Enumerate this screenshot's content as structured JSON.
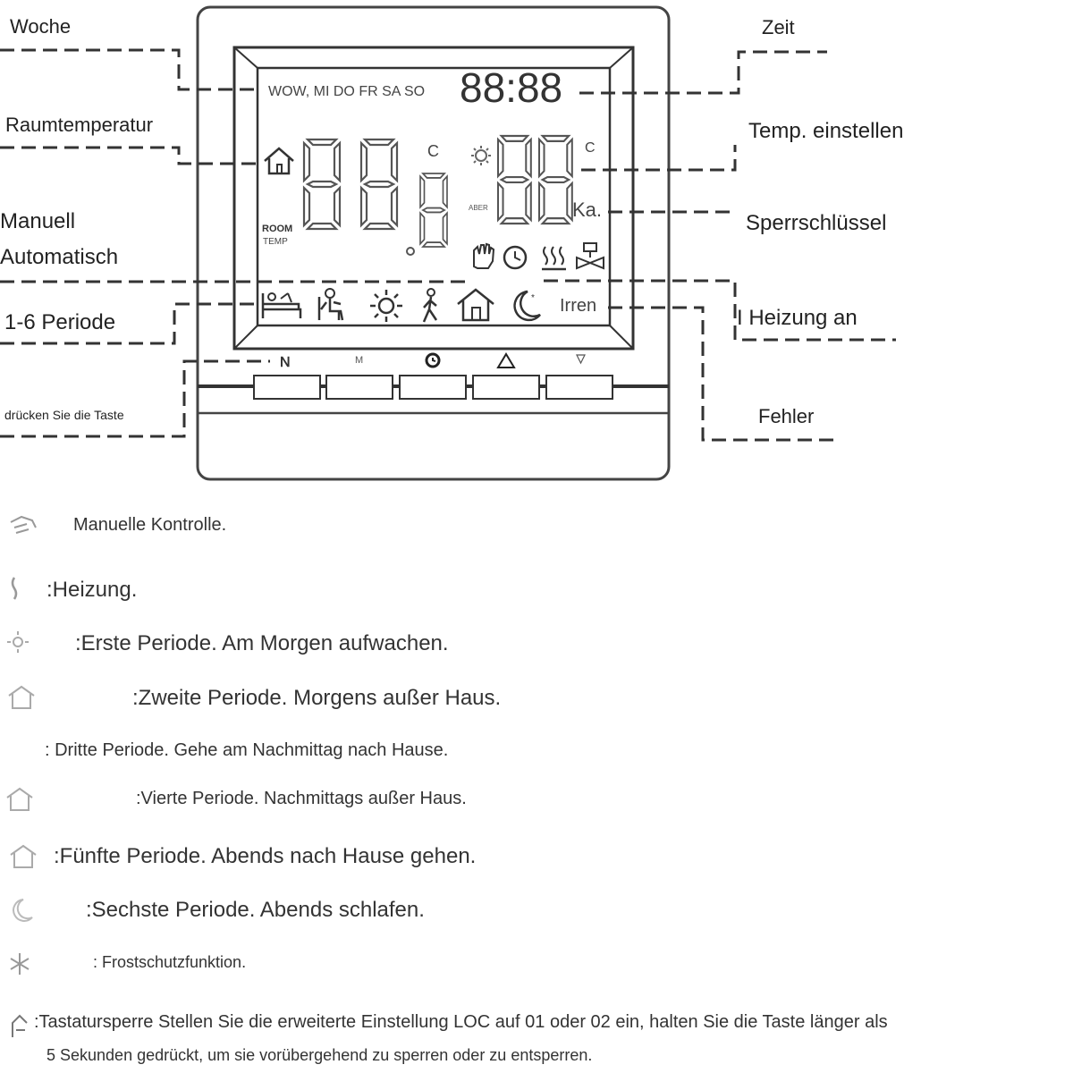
{
  "device": {
    "weekdays": "WOW, MI DO FR SA SO",
    "clock": "88:88",
    "unit_room": "C",
    "unit_set": "C",
    "room_label_top": "ROOM",
    "room_label_bottom": "TEMP",
    "aber_label": "ABER",
    "lock_text": "Ka.",
    "error_text": "Irren",
    "button_labels": [
      "N",
      "M",
      "clock",
      "up",
      "down"
    ]
  },
  "callouts": {
    "week": "Woche",
    "room_temp": "Raumtemperatur",
    "manual": "Manuell",
    "automatic": "Automatisch",
    "period": "1-6 Periode",
    "press_button": "drücken Sie die Taste",
    "time": "Zeit",
    "set_temp": "Temp. einstellen",
    "lock_key": "Sperrschlüssel",
    "heating_on": "I Heizung an",
    "error": "Fehler"
  },
  "legend": [
    {
      "icon": "hand-icon",
      "text": "Manuelle Kontrolle."
    },
    {
      "icon": "heating-icon",
      "text": ":Heizung."
    },
    {
      "icon": "sun-icon",
      "text": ":Erste Periode. Am Morgen aufwachen."
    },
    {
      "icon": "house-icon",
      "text": ":Zweite Periode. Morgens außer Haus."
    },
    {
      "icon": "checkbox-icon",
      "text": ": Dritte Periode. Gehe am Nachmittag nach Hause."
    },
    {
      "icon": "house-icon",
      "text": ":Vierte Periode. Nachmittags außer Haus."
    },
    {
      "icon": "house-icon",
      "text": ":Fünfte Periode. Abends nach Hause gehen."
    },
    {
      "icon": "moon-icon",
      "text": ":Sechste Periode. Abends schlafen."
    },
    {
      "icon": "snowflake-icon",
      "text": ": Frostschutzfunktion."
    }
  ],
  "footnote": {
    "line1": ":Tastatursperre Stellen Sie die erweiterte Einstellung LOC auf 01 oder 02 ein, halten Sie die Taste länger als",
    "line2": "5 Sekunden gedrückt, um sie vorübergehend zu sperren oder zu entsperren."
  }
}
